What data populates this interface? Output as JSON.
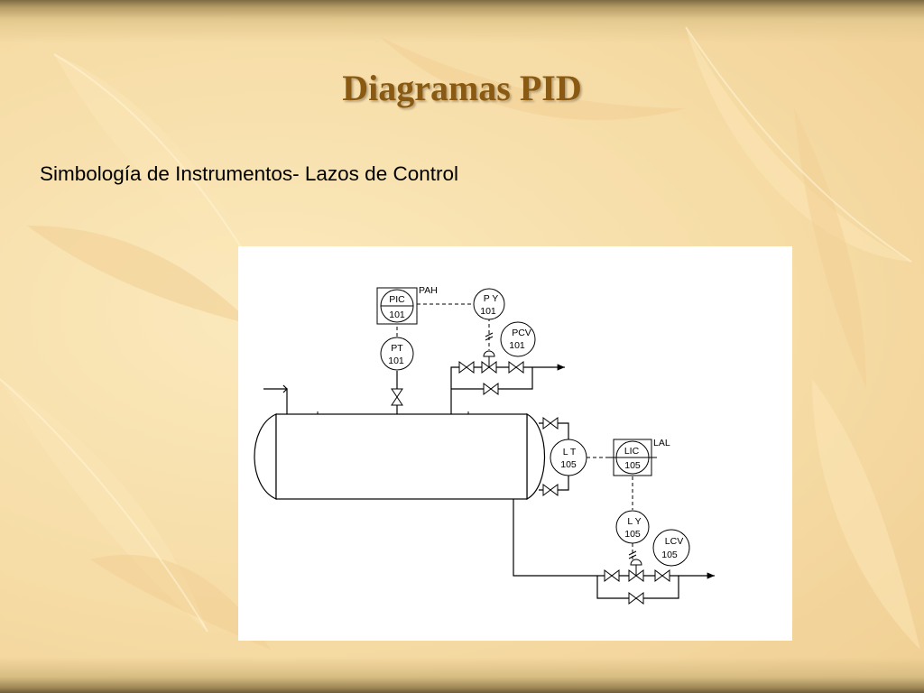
{
  "slide": {
    "title": "Diagramas PID",
    "subtitle": "Simbología de Instrumentos- Lazos de Control"
  },
  "diagram": {
    "pic": {
      "tag": "PIC",
      "number": "101",
      "alarm": "PAH"
    },
    "py": {
      "tag": "P Y",
      "number": "101"
    },
    "pcv": {
      "tag": "PCV",
      "number": "101"
    },
    "pt": {
      "tag": "PT",
      "number": "101"
    },
    "lt": {
      "tag": "L T",
      "number": "105"
    },
    "lic": {
      "tag": "LIC",
      "number": "105",
      "alarm": "LAL"
    },
    "ly": {
      "tag": "L Y",
      "number": "105"
    },
    "lcv": {
      "tag": "LCV",
      "number": "105"
    }
  },
  "colors": {
    "title": "#8a5a12",
    "background": "#f6dca6",
    "panel": "#ffffff"
  }
}
